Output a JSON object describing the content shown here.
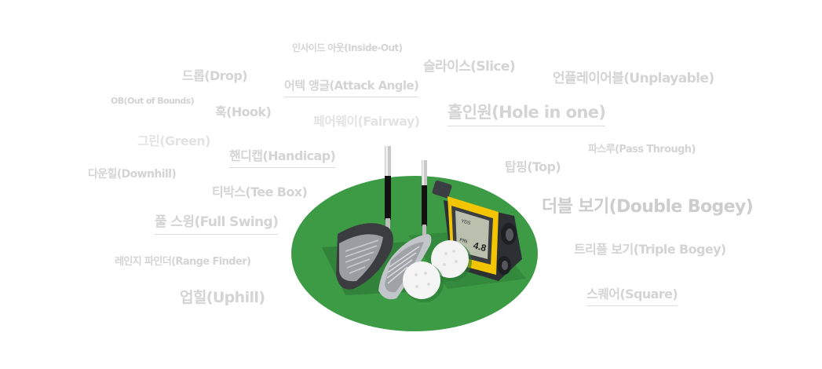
{
  "terms": [
    "인사이드 아웃(Inside-Out)",
    "드롭(Drop)",
    "어텍 앵글(Attack Angle)",
    "슬라이스(Slice)",
    "언플레이어블(Unplayable)",
    "OB(Out of Bounds)",
    "훅(Hook)",
    "페어웨이(Fairway)",
    "홀인원(Hole in one)",
    "그린(Green)",
    "핸디캡(Handicap)",
    "파스루(Pass Through)",
    "다운힐(Downhill)",
    "탑핑(Top)",
    "티박스(Tee Box)",
    "더블 보기(Double Bogey)",
    "풀 스윙(Full Swing)",
    "트리플 보기(Triple Bogey)",
    "레인지 파인더(Range Finder)",
    "스퀘어(Square)",
    "업힐(Uphill)"
  ],
  "rangefinder": {
    "unit": "YDS",
    "mode": "PIN",
    "reading": "4.8"
  },
  "colors": {
    "term_text": "#d4d4d4",
    "grass": "#3d9b45",
    "grass_shadow": "#2f7f37",
    "device_yellow": "#f3c400",
    "device_body": "#2c2f33"
  },
  "icons": [
    "golf-driver-icon",
    "golf-iron-icon",
    "golf-ball-icon",
    "rangefinder-icon"
  ]
}
